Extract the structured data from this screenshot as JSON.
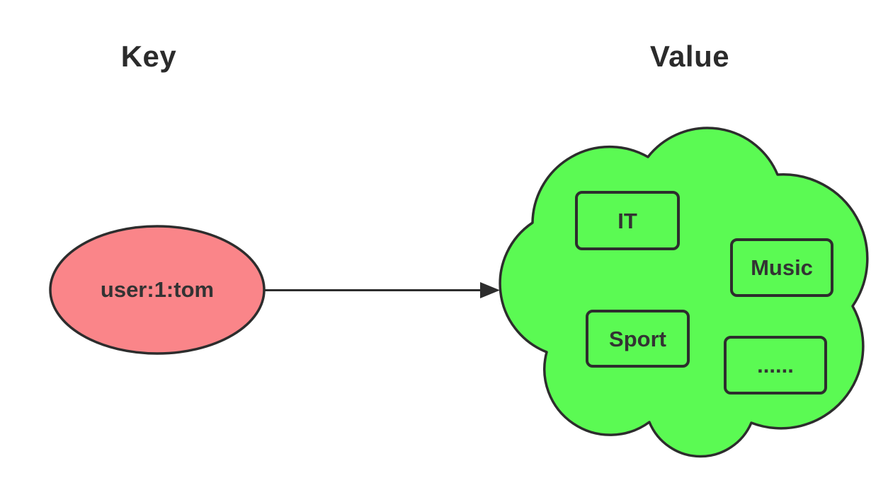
{
  "headings": {
    "key": "Key",
    "value": "Value"
  },
  "key_node": {
    "label": "user:1:tom",
    "fill": "#fa8589",
    "stroke": "#2d2d2d"
  },
  "arrow": {
    "color": "#2d2d2d",
    "direction": "left-to-right"
  },
  "cloud": {
    "fill": "#5bfa53",
    "stroke": "#2d2d2d",
    "items": [
      {
        "label": "IT"
      },
      {
        "label": "Music"
      },
      {
        "label": "Sport"
      },
      {
        "label": "......"
      }
    ]
  }
}
